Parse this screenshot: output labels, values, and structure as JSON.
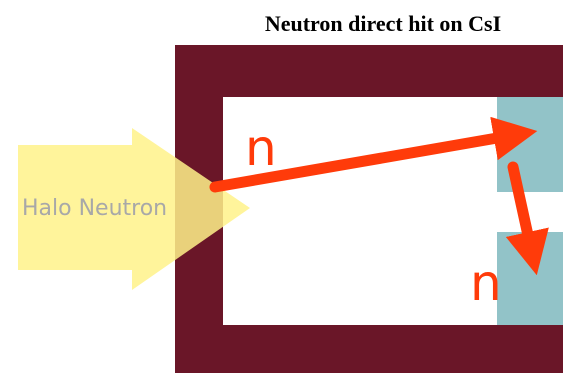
{
  "title": "Neutron direct hit on CsI",
  "beam_label": "Halo Neutron",
  "neutron_label_upper": "n",
  "neutron_label_lower": "n",
  "colors": {
    "shield": "#6a1628",
    "shield_overlap": "#8a5a1c",
    "beam": "#fff28a",
    "beam_text": "#a8a8a8",
    "csi_block": "#92c3c8",
    "arrow": "#ff3b0a",
    "background": "#ffffff"
  }
}
